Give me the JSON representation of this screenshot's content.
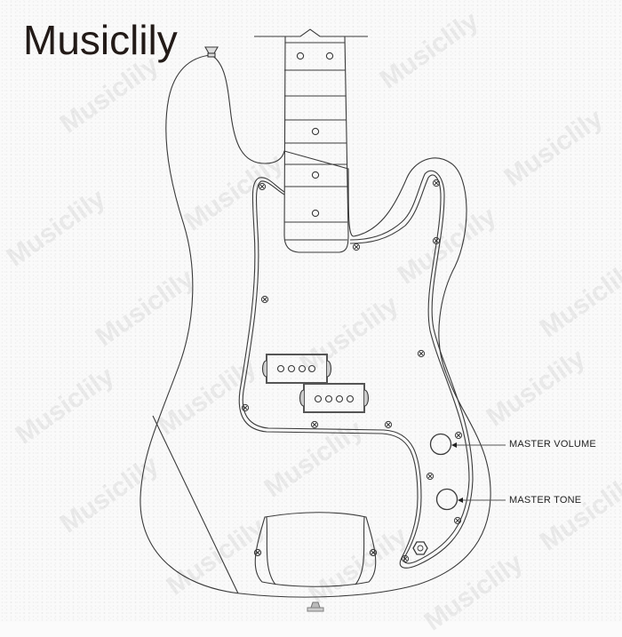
{
  "brand": {
    "name": "Musiclily"
  },
  "diagram": {
    "subject": "Precision bass guitar body outline",
    "components": {
      "neck": {
        "fret_lines": 8,
        "inlay_dots": [
          "double",
          "single",
          "single",
          "single"
        ]
      },
      "pickups": [
        {
          "name": "neck-half split coil",
          "pole_pieces": 4
        },
        {
          "name": "bridge-half split coil",
          "pole_pieces": 4
        }
      ],
      "controls": [
        {
          "label": "MASTER VOLUME"
        },
        {
          "label": "MASTER TONE"
        }
      ],
      "output_jack": "hex jack",
      "bridge_cover": "ashtray cover",
      "strap_buttons": 2
    }
  },
  "labels": {
    "master_volume": "MASTER VOLUME",
    "master_tone": "MASTER TONE"
  },
  "watermark": {
    "text": "Musiclily"
  },
  "colors": {
    "line": "#3a3a3a",
    "text": "#221a17",
    "background": "#fafafa"
  }
}
